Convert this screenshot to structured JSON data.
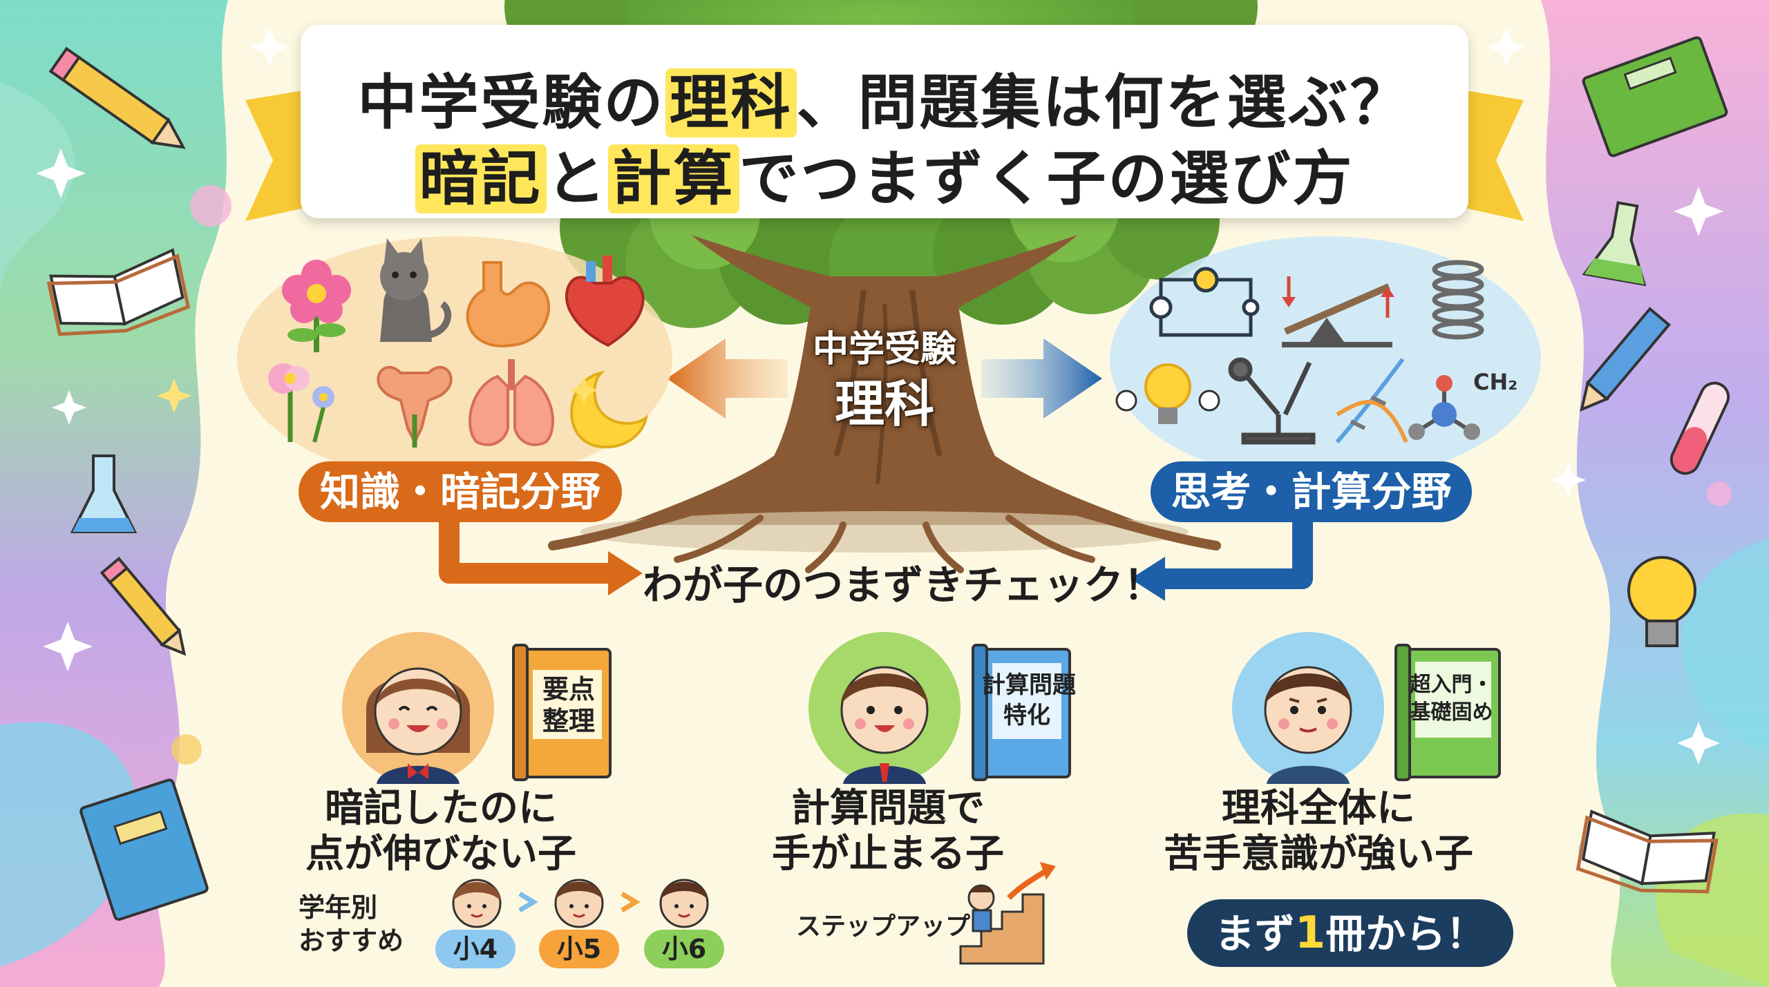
{
  "title": {
    "line1": [
      {
        "text": "中学受験の",
        "hl": false
      },
      {
        "text": "理科",
        "hl": true
      },
      {
        "text": "、問題集は何を選ぶ？",
        "hl": false
      }
    ],
    "line2": [
      {
        "text": "暗記",
        "hl": true
      },
      {
        "text": "と",
        "hl": false
      },
      {
        "text": "計算",
        "hl": true
      },
      {
        "text": "でつまずく子の選び方",
        "hl": false
      }
    ]
  },
  "center": {
    "line1": "中学受験",
    "line2": "理科"
  },
  "categories": {
    "knowledge": {
      "label": "知識・暗記分野",
      "color": "#d86a1a"
    },
    "thinking": {
      "label": "思考・計算分野",
      "color": "#1d5fa8",
      "formula": "CH₂"
    }
  },
  "check_text": "わが子のつまずきチェック！",
  "children": [
    {
      "book": "要点\n整理",
      "caption": "暗記したのに\n点が伸びない子"
    },
    {
      "book": "計算問題\n特化",
      "caption": "計算問題で\n手が止まる子"
    },
    {
      "book": "超入門・\n基礎固め",
      "caption": "理科全体に\n苦手意識が強い子"
    }
  ],
  "grades": {
    "label": "学年別\nおすすめ",
    "items": [
      {
        "label": "小4",
        "color": "#8cc8f0"
      },
      {
        "label": "小5",
        "color": "#f5a33a"
      },
      {
        "label": "小6",
        "color": "#8ccf5a"
      }
    ]
  },
  "stepup_label": "ステップアップ",
  "final": {
    "pre": "まず",
    "num": "1",
    "post": "冊から！"
  }
}
